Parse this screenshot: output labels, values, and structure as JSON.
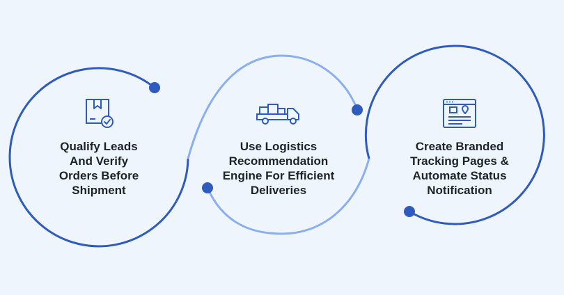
{
  "colors": {
    "dark_blue": "#2f5bbf",
    "light_blue": "#8aaef0",
    "background": "#eef5fd",
    "icon": "#2f5bbf",
    "text": "#1f2329"
  },
  "steps": [
    {
      "icon": "package-check-icon",
      "label": "Qualify Leads\nAnd Verify\nOrders Before\nShipment"
    },
    {
      "icon": "delivery-truck-icon",
      "label": "Use Logistics\nRecommendation\nEngine For Efficient\nDeliveries"
    },
    {
      "icon": "tracking-page-icon",
      "label": "Create Branded\nTracking Pages &\nAutomate Status\nNotification"
    }
  ]
}
